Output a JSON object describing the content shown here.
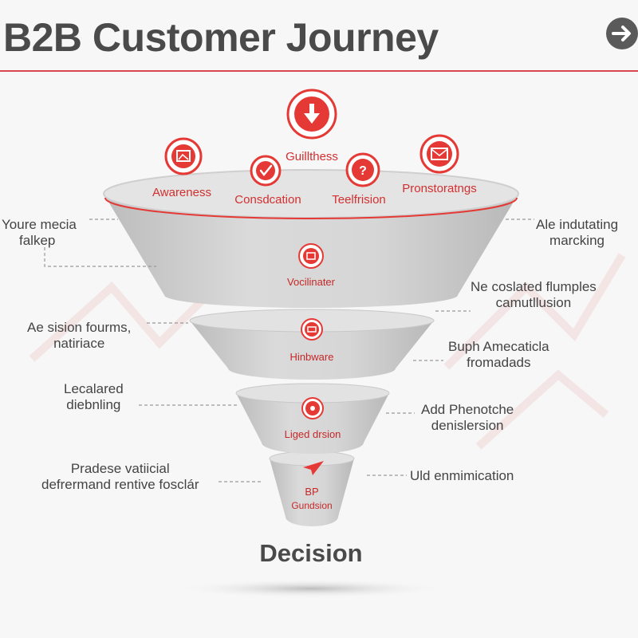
{
  "header": {
    "title": "B2B Customer Journey"
  },
  "icons": {
    "top": "download-circle-icon",
    "awareness": "image-icon",
    "consideration": "check-circle-icon",
    "question": "question-circle-icon",
    "promotion": "envelope-icon"
  },
  "top_labels": {
    "guiltiness": "Guillthess",
    "awareness": "Awareness",
    "consideration": "Consdcation",
    "television": "Teelfrision",
    "promotions": "Pronstoratngs"
  },
  "stages": {
    "s1": "Vocilinater",
    "s2": "Hinbware",
    "s3": "Liged drsion",
    "s4_line1": "BP",
    "s4_line2": "Gundsion"
  },
  "left_notes": {
    "n1_line1": "Youre mecia",
    "n1_line2": "falkep",
    "n2_line1": "Ae sision fourms,",
    "n2_line2": "natiriace",
    "n3_line1": "Lecalared",
    "n3_line2": "diebnling",
    "n4_line1": "Pradese vatiicial",
    "n4_line2": "defrermand rentive fosclár"
  },
  "right_notes": {
    "n1_line1": "Ale indutating",
    "n1_line2": "marcking",
    "n2_line1": "Ne coslated flumples",
    "n2_line2": "camutllusion",
    "n3_line1": "Buph Amecaticla",
    "n3_line2": "fromadads",
    "n4_line1": "Add Phenotche",
    "n4_line2": "denislersion",
    "n5_line1": "Uld enmimication"
  },
  "footer": {
    "decision": "Decision"
  },
  "colors": {
    "accent": "#e53935",
    "funnel_fill": "#cdcdcd",
    "funnel_rim": "#e2e2e2",
    "text": "#444444"
  }
}
